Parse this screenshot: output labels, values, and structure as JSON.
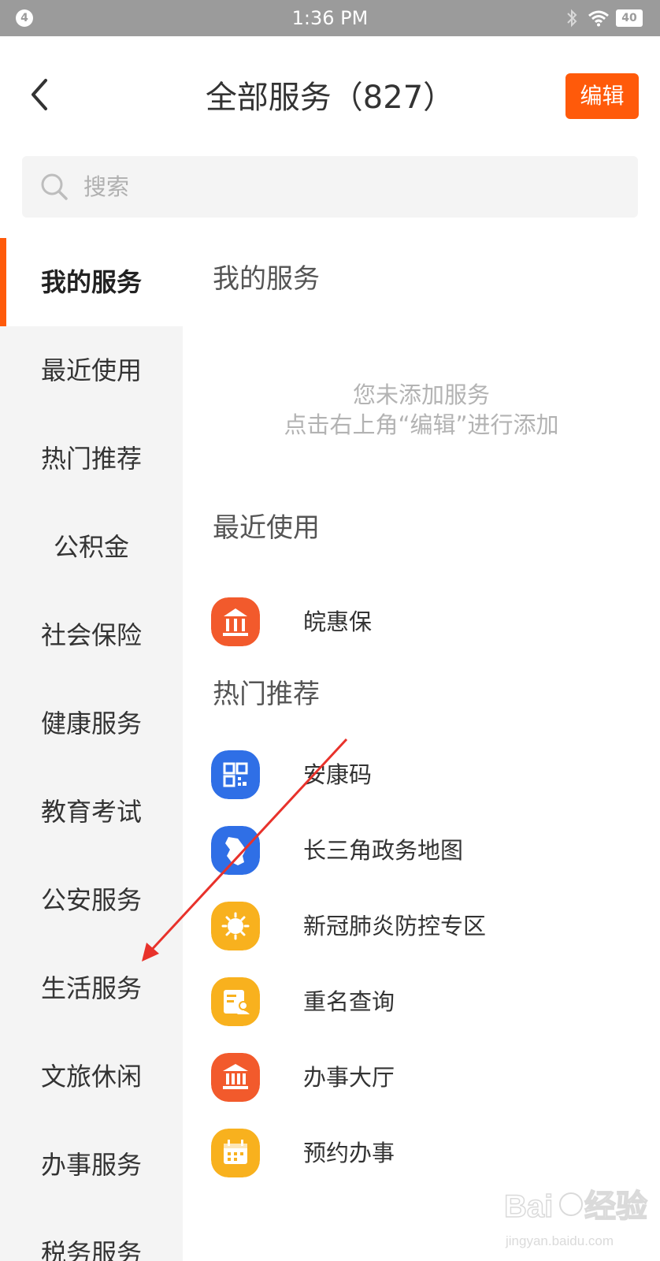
{
  "status_bar": {
    "notification_count": "4",
    "time": "1:36 PM",
    "battery": "40"
  },
  "header": {
    "title": "全部服务（827）",
    "edit_label": "编辑"
  },
  "search": {
    "placeholder": "搜索"
  },
  "sidebar": {
    "items": [
      {
        "label": "我的服务",
        "active": true
      },
      {
        "label": "最近使用"
      },
      {
        "label": "热门推荐"
      },
      {
        "label": "公积金"
      },
      {
        "label": "社会保险"
      },
      {
        "label": "健康服务"
      },
      {
        "label": "教育考试"
      },
      {
        "label": "公安服务"
      },
      {
        "label": "生活服务"
      },
      {
        "label": "文旅休闲"
      },
      {
        "label": "办事服务"
      },
      {
        "label": "税务服务"
      }
    ]
  },
  "main": {
    "my_services": {
      "title": "我的服务",
      "empty_line1": "您未添加服务",
      "empty_line2": "点击右上角“编辑”进行添加"
    },
    "recent": {
      "title": "最近使用",
      "items": [
        {
          "label": "皖惠保",
          "icon": "pavilion-icon",
          "color": "#f25a2c"
        }
      ]
    },
    "popular": {
      "title": "热门推荐",
      "items": [
        {
          "label": "安康码",
          "icon": "qr-code-icon",
          "color": "#2f6fe6"
        },
        {
          "label": "长三角政务地图",
          "icon": "region-map-icon",
          "color": "#2f6fe6"
        },
        {
          "label": "新冠肺炎防控专区",
          "icon": "virus-icon",
          "color": "#f8b11e"
        },
        {
          "label": "重名查询",
          "icon": "name-card-icon",
          "color": "#f8b11e"
        },
        {
          "label": "办事大厅",
          "icon": "hall-icon",
          "color": "#f25a2c"
        },
        {
          "label": "预约办事",
          "icon": "calendar-icon",
          "color": "#f8b11e"
        }
      ]
    }
  },
  "watermark": {
    "text": "Baidu经验",
    "url": "jingyan.baidu.com"
  },
  "colors": {
    "accent": "#ff5a0a",
    "annotation_arrow": "#e8322b"
  }
}
